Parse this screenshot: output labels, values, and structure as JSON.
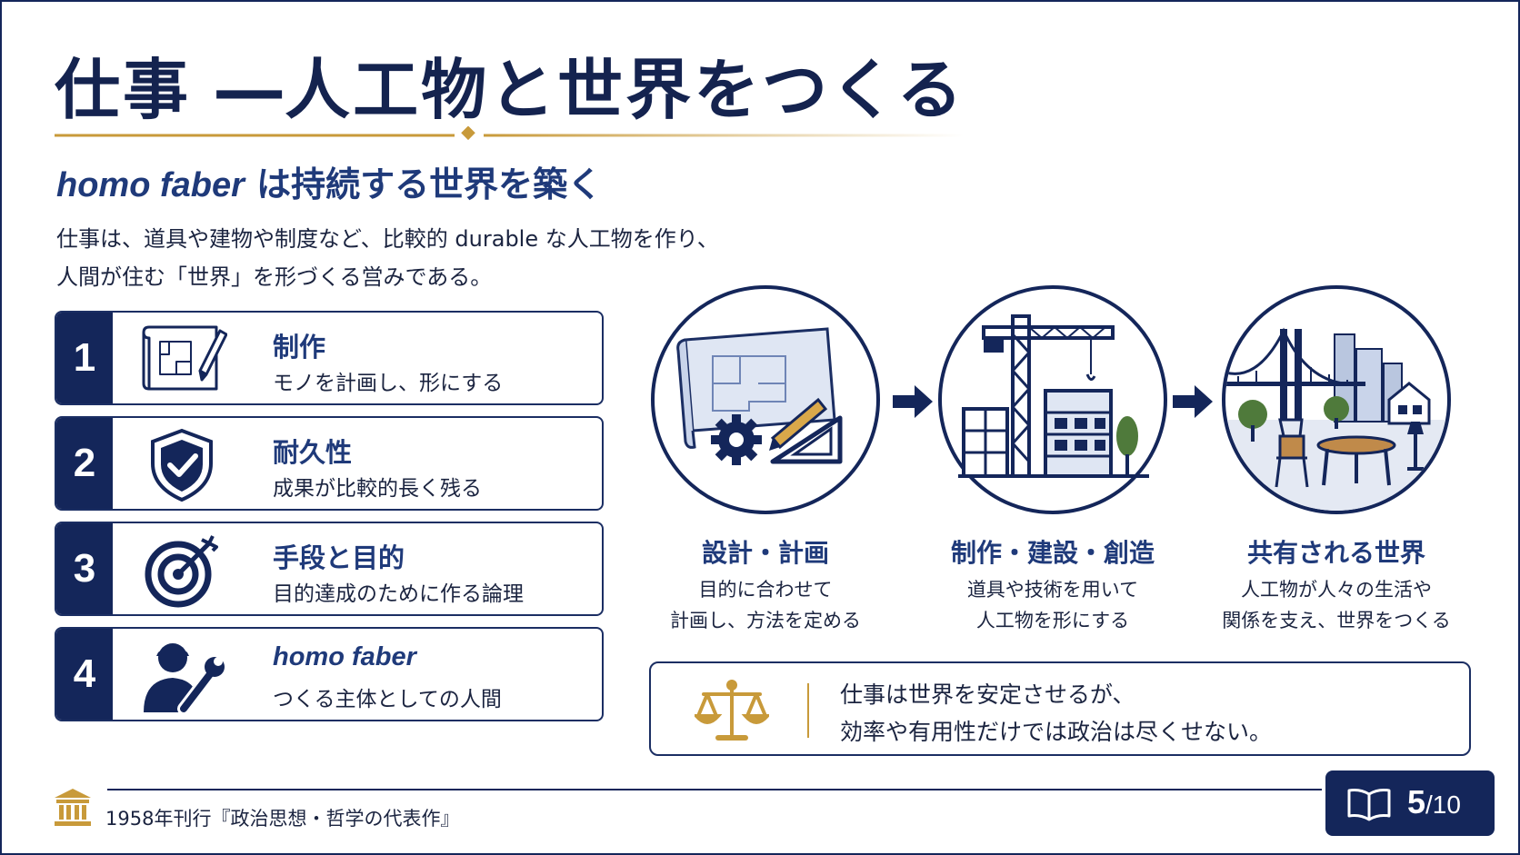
{
  "title": "仕事 ―人工物と世界をつくる",
  "subtitle": {
    "latin": "homo faber",
    "rest": " は持続する世界を築く"
  },
  "intro": [
    "仕事は、道具や建物や制度など、比較的 durable な人工物を作り、",
    "人間が住む「世界」を形づくる営みである。"
  ],
  "cards": [
    {
      "num": "1",
      "title": "制作",
      "desc": "モノを計画し、形にする",
      "icon": "blueprint-pencil-icon"
    },
    {
      "num": "2",
      "title": "耐久性",
      "desc": "成果が比較的長く残る",
      "icon": "shield-check-icon"
    },
    {
      "num": "3",
      "title": "手段と目的",
      "desc": "目的達成のために作る論理",
      "icon": "target-arrow-icon"
    },
    {
      "num": "4",
      "title": "homo faber",
      "desc": "つくる主体としての人間",
      "icon": "worker-wrench-icon"
    }
  ],
  "stages": [
    {
      "label": "設計・計画",
      "desc": [
        "目的に合わせて",
        "計画し、方法を定める"
      ],
      "icon": "blueprint-tools-icon"
    },
    {
      "label": "制作・建設・創造",
      "desc": [
        "道具や技術を用いて",
        "人工物を形にする"
      ],
      "icon": "construction-crane-icon"
    },
    {
      "label": "共有される世界",
      "desc": [
        "人工物が人々の生活や",
        "関係を支え、世界をつくる"
      ],
      "icon": "city-world-icon"
    }
  ],
  "note": {
    "lines": [
      "仕事は世界を安定させるが、",
      "効率や有用性だけでは政治は尽くせない。"
    ],
    "icon": "scales-icon"
  },
  "footer": {
    "text": "1958年刊行『政治思想・哲学の代表作』",
    "page_current": "5",
    "page_total": "/10"
  },
  "colors": {
    "navy": "#14265a",
    "gold": "#c89a3a",
    "accent_blue": "#1f3a7a"
  }
}
